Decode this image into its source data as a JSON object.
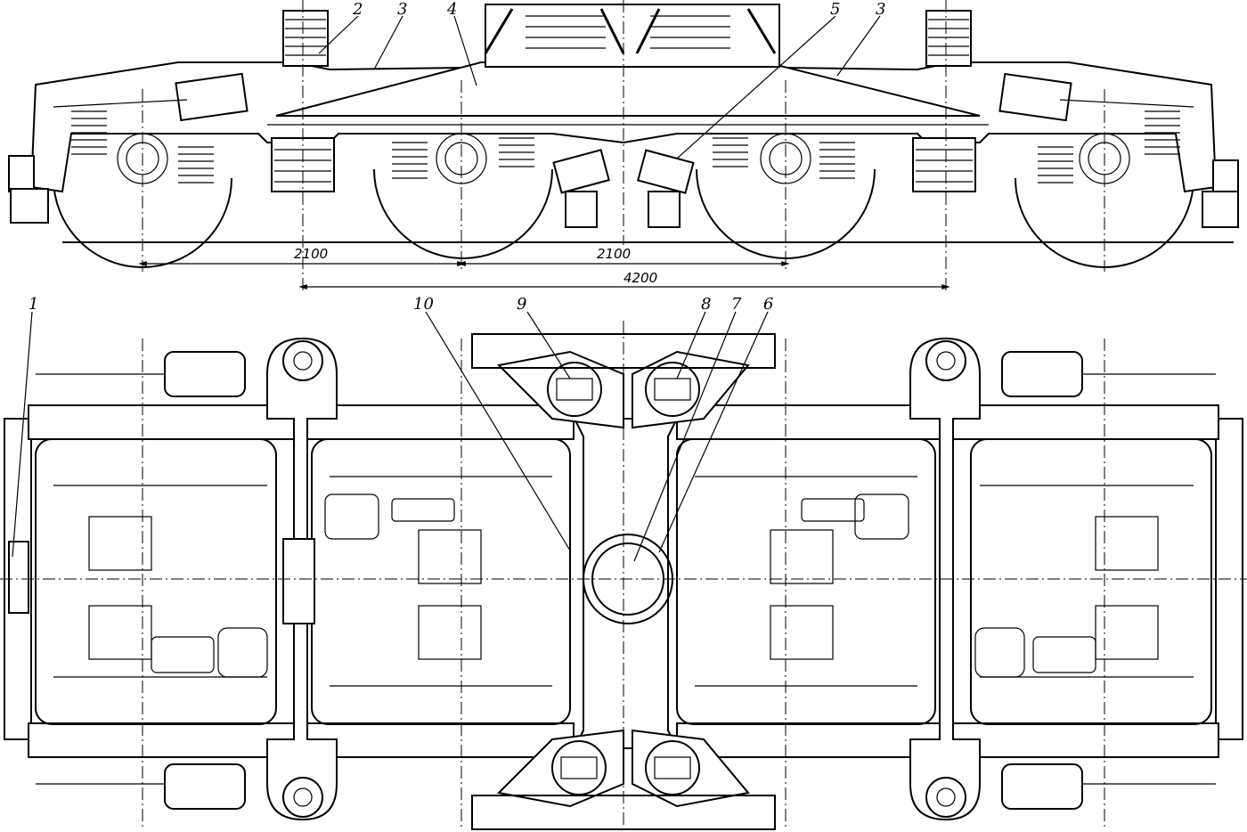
{
  "dimensions": {
    "d1": "2100",
    "d2": "2100",
    "d3": "4200"
  },
  "callouts": {
    "c1": "1",
    "c2": "2",
    "c3a": "3",
    "c3b": "3",
    "c4": "4",
    "c5": "5",
    "c6": "6",
    "c7": "7",
    "c8": "8",
    "c9": "9",
    "c10": "10"
  }
}
